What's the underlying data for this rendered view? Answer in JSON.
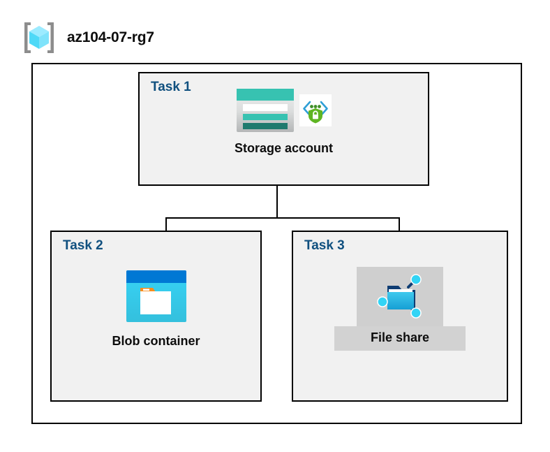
{
  "header": {
    "icon": "resource-group-icon",
    "title": "az104-07-rg7"
  },
  "diagram": {
    "container_label": "resource-group-container",
    "tasks": [
      {
        "id": "task1",
        "label": "Task 1",
        "resource_caption": "Storage account",
        "icons": [
          "storage-account-icon",
          "secure-endpoint-shield-icon"
        ]
      },
      {
        "id": "task2",
        "label": "Task 2",
        "resource_caption": "Blob container",
        "icons": [
          "blob-container-icon"
        ]
      },
      {
        "id": "task3",
        "label": "Task 3",
        "resource_caption": "File share",
        "icons": [
          "file-share-icon"
        ]
      }
    ],
    "connections": [
      {
        "from": "task1",
        "to": "task2"
      },
      {
        "from": "task1",
        "to": "task3"
      }
    ]
  },
  "colors": {
    "task_label": "#10507f",
    "caption_text": "#0d0d0d",
    "box_border": "#000000",
    "task_box_fill": "#f1f1f1",
    "container_fill": "#ffffff",
    "file_share_plate": "#d2d2d2",
    "storage_teal": "#37c2b1",
    "storage_teal_dark": "#1f7a6e",
    "blob_blue": "#0078d4",
    "blob_cyan": "#32d4f5",
    "blob_orange": "#f78d1e",
    "shield_green": "#5fb523",
    "node_cyan": "#32d4f5",
    "rg_cube_cyan": "#9cebff",
    "bracket_gray": "#8d8d8d"
  }
}
